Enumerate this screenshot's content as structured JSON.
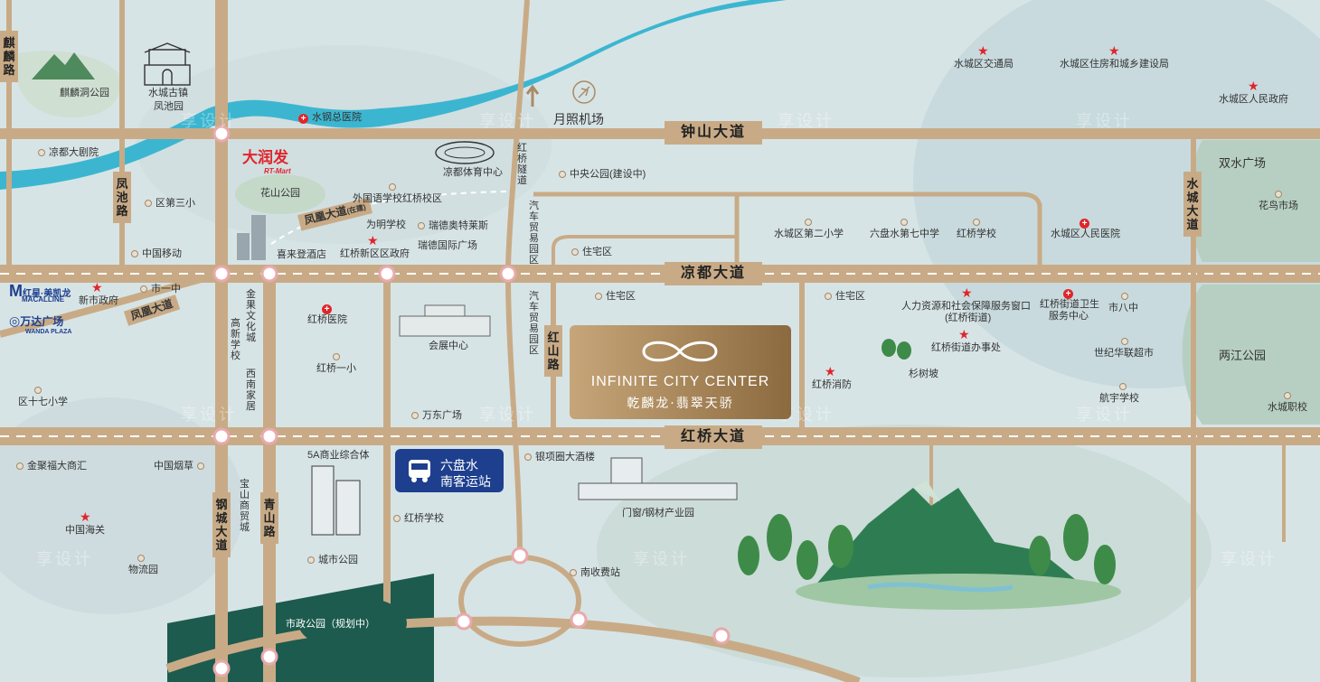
{
  "roads": {
    "zhongshan": "钟山大道",
    "liangdu": "凉都大道",
    "hongqiao": "红桥大道",
    "fengchi": "凤池路",
    "qilin": "麒麟路",
    "shuicheng": "水城大道",
    "hongshan": "红山路",
    "gangcheng": "钢城大道",
    "qingshan": "青山路",
    "fenghuang": "凤凰大道",
    "fenghuang_build": "凤凰大道",
    "fenghuang_build_note": "(在建)",
    "hongqiao_tunnel": "红桥隧道",
    "auto_trade_1": "汽车贸易园区",
    "auto_trade_2": "汽车贸易园区",
    "jinguo": "金果文化城",
    "gaoxin": "高新学校",
    "xinan": "西南家居",
    "baoshan": "宝山商贸城"
  },
  "places": {
    "qilin_park": "麒麟洞公园",
    "shuicheng_town": "水城古镇",
    "fengchi_garden": "凤池园",
    "shuigang_hospital": "水钢总医院",
    "liangdu_theater": "凉都大剧院",
    "yuemall": "大润发",
    "yuemall_en": "RT-Mart",
    "huashan_park": "花山公园",
    "stadium": "凉都体育中心",
    "foreign_school": "外国语学校红桥校区",
    "airport": "月照机场",
    "central_park": "中央公园(建设中)",
    "district3": "区第三小",
    "weiming_school": "为明学校",
    "ruide_outlets": "瑞德奥特莱斯",
    "ruide_plaza": "瑞德国际广场",
    "xilai_hotel": "喜来登酒店",
    "hongqiao_gov": "红桥新区区政府",
    "china_mobile": "中国移动",
    "residential_1": "住宅区",
    "residential_2": "住宅区",
    "residential_3": "住宅区",
    "sc_school2": "水城区第二小学",
    "lps_school7": "六盘水第七中学",
    "hq_school": "红桥学校",
    "sc_hospital": "水城区人民医院",
    "shuangshui": "双水广场",
    "flower_market": "花鸟市场",
    "transport_bureau": "水城区交通局",
    "housing_bureau": "水城区住房和城乡建设局",
    "sc_gov": "水城区人民政府",
    "macalline": "红星·美凯龙",
    "macalline_en": "MACALLINE",
    "wanda": "万达广场",
    "wanda_en": "WANDA PLAZA",
    "new_gov": "新市政府",
    "city_school1": "市一中",
    "hq_hospital": "红桥医院",
    "expo_center": "会展中心",
    "hq_primary1": "红桥一小",
    "district17": "区十七小学",
    "wandong": "万东广场",
    "hr_center": "人力资源和社会保障服务窗口",
    "hr_center_2": "(红桥街道)",
    "hq_street_office": "红桥街道办事处",
    "hq_health": "红桥街道卫生",
    "hq_health_2": "服务中心",
    "city_school8": "市八中",
    "shaoshu": "杉树坡",
    "hq_fire": "红桥消防",
    "shiji_mart": "世纪华联超市",
    "hangyu_school": "航宇学校",
    "liangjiang_park": "两江公园",
    "sc_vocational": "水城职校",
    "jinjufu": "金聚福大商汇",
    "tobacco": "中国烟草",
    "commercial_5a": "5A商业综合体",
    "bus_station_1": "六盘水",
    "bus_station_2": "南客运站",
    "yinxiang_hotel": "银项圈大酒楼",
    "door_park": "门窗/钢材产业园",
    "hq_school_south": "红桥学校",
    "china_customs": "中国海关",
    "logistics": "物流园",
    "city_park": "城市公园",
    "south_toll": "南收费站",
    "municipal_park": "市政公园（规划中）"
  },
  "project": {
    "name_en": "INFINITE CITY CENTER",
    "name_cn": "乾麟龙·翡翠天骄"
  },
  "watermark": "享设计",
  "colors": {
    "road": "#c8ab86",
    "river": "#3cb6d0",
    "project_gold": "#b08d5f",
    "bus_blue": "#1e3f8e",
    "park_green": "#1d5b4e",
    "poi_red": "#e0252b"
  },
  "icons": [
    "plane-icon",
    "star-icon",
    "hospital-icon",
    "bus-icon",
    "poi-dot-icon",
    "mountain-icon",
    "tree-icon",
    "building-icon"
  ]
}
